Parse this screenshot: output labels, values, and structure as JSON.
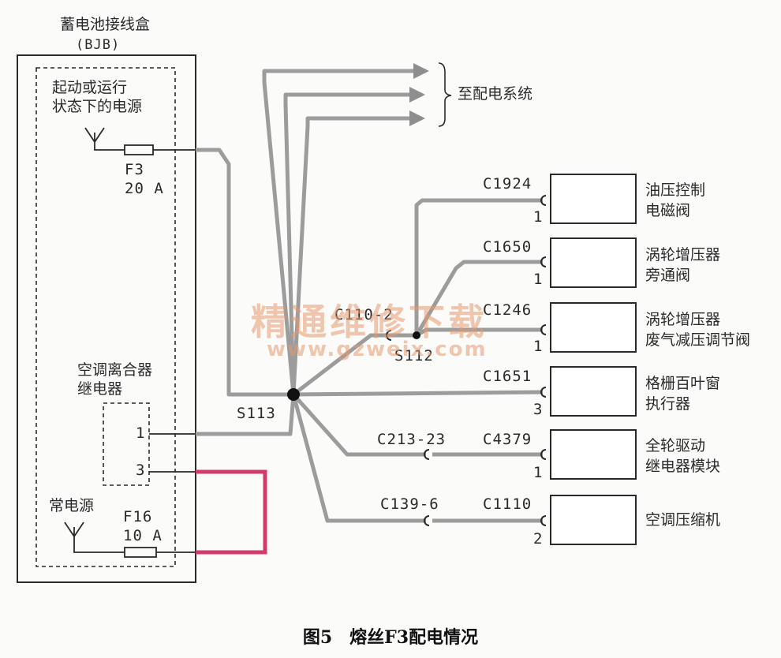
{
  "bjb": {
    "title": "蓄电池接线盒",
    "code": "(BJB)"
  },
  "power_run": {
    "line1": "起动或运行",
    "line2": "状态下的电源"
  },
  "fuse_f3": {
    "name": "F3",
    "rating": "20 A"
  },
  "ac_relay": {
    "line1": "空调离合器",
    "line2": "继电器",
    "pin1": "1",
    "pin3": "3"
  },
  "const_power": {
    "label": "常电源"
  },
  "fuse_f16": {
    "name": "F16",
    "rating": "10 A"
  },
  "splices": {
    "s113": "S113",
    "s112": "S112"
  },
  "connectors": {
    "c110_2": "C110-2",
    "c213_23": "C213-23",
    "c139_6": "C139-6"
  },
  "to_distribution": "至配电系统",
  "components": [
    {
      "connector": "C1924",
      "pin": "1",
      "line1": "油压控制",
      "line2": "电磁阀"
    },
    {
      "connector": "C1650",
      "pin": "1",
      "line1": "涡轮增压器",
      "line2": "旁通阀"
    },
    {
      "connector": "C1246",
      "pin": "1",
      "line1": "涡轮增压器",
      "line2": "废气减压调节阀"
    },
    {
      "connector": "C1651",
      "pin": "3",
      "line1": "格栅百叶窗",
      "line2": "执行器"
    },
    {
      "connector": "C4379",
      "pin": "1",
      "line1": "全轮驱动",
      "line2": "继电器模块"
    },
    {
      "connector": "C1110",
      "pin": "2",
      "line1": "空调压缩机",
      "line2": ""
    }
  ],
  "watermark": {
    "cn": "精通维修下载",
    "url": "www.gzweix.com"
  },
  "caption": "图5　熔丝F3配电情况",
  "colors": {
    "wire": "#9c9c9c",
    "wire_hl": "#d23a6a",
    "line": "#2a2a2a",
    "watermark": "#e79a6f"
  }
}
